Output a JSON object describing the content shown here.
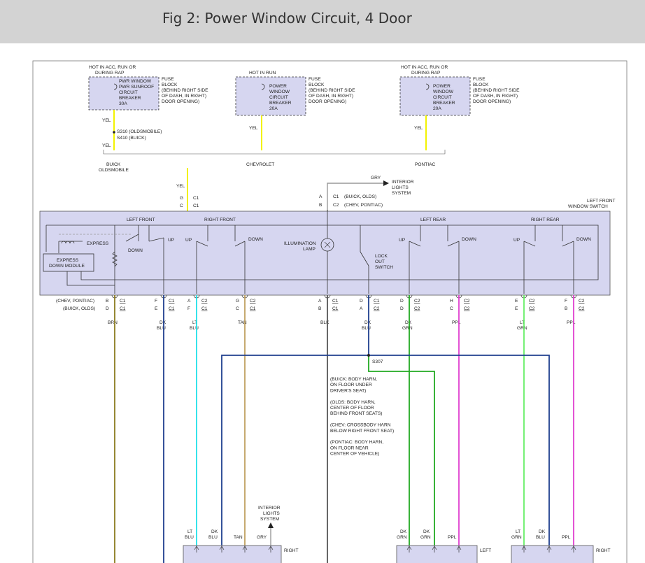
{
  "header": {
    "title": "Fig 2: Power Window Circuit, 4 Door"
  },
  "colors": {
    "yellow": "#f2f200",
    "brown": "#8b7a1e",
    "dark_blue": "#1f3f8f",
    "light_blue": "#20e0e8",
    "tan": "#c0a060",
    "black": "#555555",
    "dark_green": "#22aa22",
    "light_green": "#66ee66",
    "purple": "#e040d0",
    "gray": "#999999",
    "box_fill": "#d6d6f0"
  },
  "fuses": [
    {
      "hot": [
        "HOT IN ACC, RUN OR",
        "DURING RAP"
      ],
      "lines": [
        "PWR WINDOW",
        "PWR SUNROOF",
        "CIRCUIT",
        "BREAKER",
        "30A"
      ],
      "side": [
        "FUSE",
        "BLOCK",
        "(BEHIND RIGHT SIDE",
        "OF DASH, IN RIGHT)",
        "DOOR OPENING)"
      ]
    },
    {
      "hot": [
        "HOT IN RUN"
      ],
      "lines": [
        "POWER",
        "WINDOW",
        "CIRCUIT",
        "BREAKER",
        "20A"
      ],
      "side": [
        "FUSE",
        "BLOCK",
        "(BEHIND RIGHT SIDE",
        "OF DASH, IN RIGHT)",
        "DOOR OPENING)"
      ]
    },
    {
      "hot": [
        "HOT IN ACC, RUN OR",
        "DURING RAP"
      ],
      "lines": [
        "POWER",
        "WINDOW",
        "CIRCUIT",
        "BREAKER",
        "20A"
      ],
      "side": [
        "FUSE",
        "BLOCK",
        "(BEHIND RIGHT SIDE",
        "OF DASH, IN RIGHT)",
        "DOOR OPENING)"
      ]
    }
  ],
  "wire_labels": {
    "yel": "YEL"
  },
  "splice_s310": "S310  (OLDSMOBILE)",
  "splice_s410": "S410  (BUICK)",
  "brands": {
    "buick": "BUICK",
    "oldsmobile": "OLDSMOBILE",
    "chevrolet": "CHEVROLET",
    "pontiac": "PONTIAC"
  },
  "gry_label": "GRY",
  "interior_lights": [
    "INTERIOR",
    "LIGHTS",
    "SYSTEM"
  ],
  "top_pins": {
    "g": "G",
    "c": "C",
    "c1": "C1",
    "a": "A",
    "b": "B",
    "c2": "C2",
    "buick_olds": "(BUICK, OLDS)",
    "chev_pontiac": "(CHEV, PONTIAC)"
  },
  "switch": {
    "title": [
      "LEFT FRONT",
      "WINDOW SWITCH"
    ],
    "left_front": "LEFT FRONT",
    "right_front": "RIGHT FRONT",
    "left_rear": "LEFT REAR",
    "right_rear": "RIGHT REAR",
    "express": "EXPRESS",
    "express_module": [
      "EXPRESS",
      "DOWN MODULE"
    ],
    "up": "UP",
    "down": "DOWN",
    "illum": [
      "ILLUMINATION",
      "LAMP"
    ],
    "lockout": [
      "LOCK",
      "OUT",
      "SWITCH"
    ]
  },
  "bottom_rows": {
    "chev_pontiac": "(CHEV, PONTIAC)",
    "buick_olds": "(BUICK, OLDS)",
    "pins": [
      {
        "r1": "B",
        "c1": "C1",
        "r2": "D",
        "c2": "C1",
        "wire": [
          "BRN"
        ]
      },
      {
        "r1": "F",
        "c1": "C1",
        "r2": "E",
        "c2": "C1",
        "wire": [
          "DK",
          "BLU"
        ]
      },
      {
        "r1": "A",
        "c1": "C2",
        "r2": "F",
        "c2": "C1",
        "wire": [
          "LT",
          "BLU"
        ]
      },
      {
        "r1": "G",
        "c1": "C2",
        "r2": "C",
        "c2": "C1",
        "wire": [
          "TAN"
        ]
      },
      {
        "r1": "A",
        "c1": "C1",
        "r2": "B",
        "c2": "C1",
        "wire": [
          "BLK"
        ]
      },
      {
        "r1": "D",
        "c1": "C1",
        "r2": "A",
        "c2": "C2",
        "wire": [
          "DK",
          "BLU"
        ]
      },
      {
        "r1": "D",
        "c1": "C2",
        "r2": "D",
        "c2": "C2",
        "wire": [
          "DK",
          "GRN"
        ]
      },
      {
        "r1": "H",
        "c1": "C2",
        "r2": "C",
        "c2": "C2",
        "wire": [
          "PPL"
        ]
      },
      {
        "r1": "E",
        "c1": "C2",
        "r2": "E",
        "c2": "C2",
        "wire": [
          "LT",
          "GRN"
        ]
      },
      {
        "r1": "F",
        "c1": "C2",
        "r2": "B",
        "c2": "C2",
        "wire": [
          "PPL"
        ]
      }
    ]
  },
  "s307": "S307",
  "s307_notes": [
    "(BUICK: BODY HARN,",
    "ON FLOOR UNDER",
    "DRIVER'S SEAT)",
    "",
    "(OLDS: BODY HARN,",
    "CENTER OF FLOOR",
    "BEHIND FRONT SEATS)",
    "",
    "(CHEV: CROSSBODY HARN",
    "BELOW RIGHT FRONT SEAT)",
    "",
    "(PONTIAC: BODY HARN,",
    "ON FLOOR NEAR",
    "CENTER OF VEHICLE)"
  ],
  "bottom_wires": {
    "lt_blu": [
      "LT",
      "BLU"
    ],
    "dk_blu": [
      "DK",
      "BLU"
    ],
    "tan": "TAN",
    "gry": "GRY",
    "dk_grn": [
      "DK",
      "GRN"
    ],
    "ppl": "PPL",
    "lt_grn": [
      "LT",
      "GRN"
    ]
  },
  "bottom_boxes": {
    "right": "RIGHT",
    "left": "LEFT"
  }
}
